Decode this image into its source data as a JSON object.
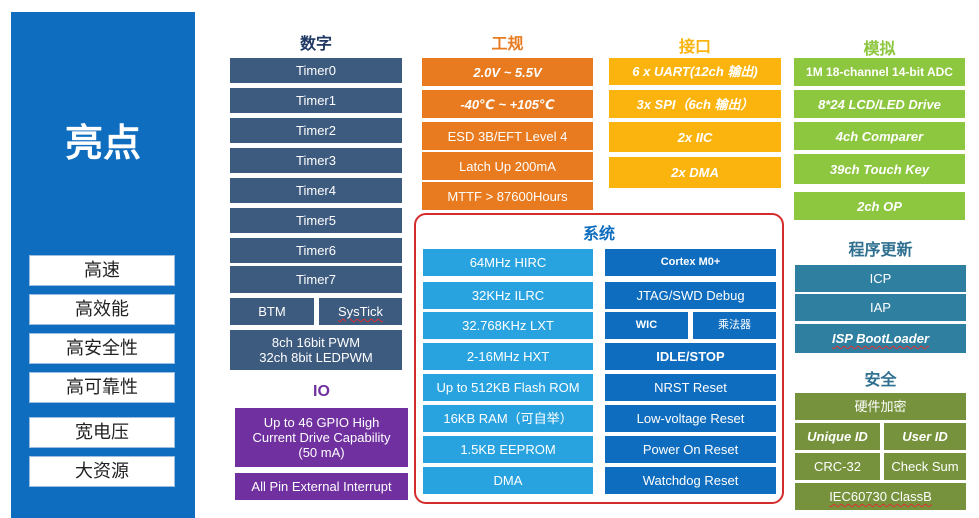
{
  "highlights": {
    "title": "亮点",
    "items": [
      "高速",
      "高效能",
      "高安全性",
      "高可靠性",
      "宽电压",
      "大资源"
    ]
  },
  "digital": {
    "header": "数字",
    "timers": [
      "Timer0",
      "Timer1",
      "Timer2",
      "Timer3",
      "Timer4",
      "Timer5",
      "Timer6",
      "Timer7"
    ],
    "btm": "BTM",
    "systick": "SysTick",
    "pwm_line1": "8ch 16bit PWM",
    "pwm_line2": "32ch 8bit LEDPWM"
  },
  "io": {
    "header": "IO",
    "gpio_line1": "Up to 46 GPIO High",
    "gpio_line2": "Current Drive Capability",
    "gpio_line3": "(50 mA)",
    "interrupt": "All Pin External Interrupt"
  },
  "industrial": {
    "header": "工规",
    "items": [
      "2.0V ~ 5.5V",
      "-40℃ ~ +105℃",
      "ESD 3B/EFT Level 4",
      "Latch Up 200mA",
      "MTTF > 87600Hours"
    ]
  },
  "interface": {
    "header": "接口",
    "items": [
      "6 x UART(12ch 输出)",
      "3x SPI（6ch 输出）",
      "2x IIC",
      "2x DMA"
    ]
  },
  "system": {
    "header": "系统",
    "left": [
      "64MHz HIRC",
      "32KHz ILRC",
      "32.768KHz LXT",
      "2-16MHz HXT",
      "Up to 512KB Flash ROM",
      "16KB RAM（可自举）",
      "1.5KB EEPROM",
      "DMA"
    ],
    "cortex": "Cortex M0+",
    "jtag": "JTAG/SWD Debug",
    "wic": "WIC",
    "multiplier": "乘法器",
    "right": [
      "IDLE/STOP",
      "NRST Reset",
      "Low-voltage Reset",
      "Power On Reset",
      "Watchdog  Reset"
    ]
  },
  "analog": {
    "header": "模拟",
    "items": [
      "1M 18-channel 14-bit ADC",
      "8*24  LCD/LED Drive",
      "4ch  Comparer",
      "39ch Touch Key",
      "2ch  OP"
    ]
  },
  "program_update": {
    "header": "程序更新",
    "icp": "ICP",
    "iap": "IAP",
    "isp": "ISP BootLoader"
  },
  "security": {
    "header": "安全",
    "hw_encrypt": "硬件加密",
    "unique_id": "Unique ID",
    "user_id": "User ID",
    "crc": "CRC-32",
    "checksum": "Check Sum",
    "iec": "IEC60730 ClassB"
  },
  "colors": {
    "highlight_panel": "#0e6dbf",
    "digital": "#3d5a7f",
    "industrial": "#e87a1f",
    "interface": "#fbb40e",
    "analog": "#8dc63f",
    "system_left": "#29a3e0",
    "system_right": "#0e6dbf",
    "program_update": "#2f7fa0",
    "security": "#76923c",
    "io": "#7030a0",
    "system_border": "#d62b2b"
  }
}
